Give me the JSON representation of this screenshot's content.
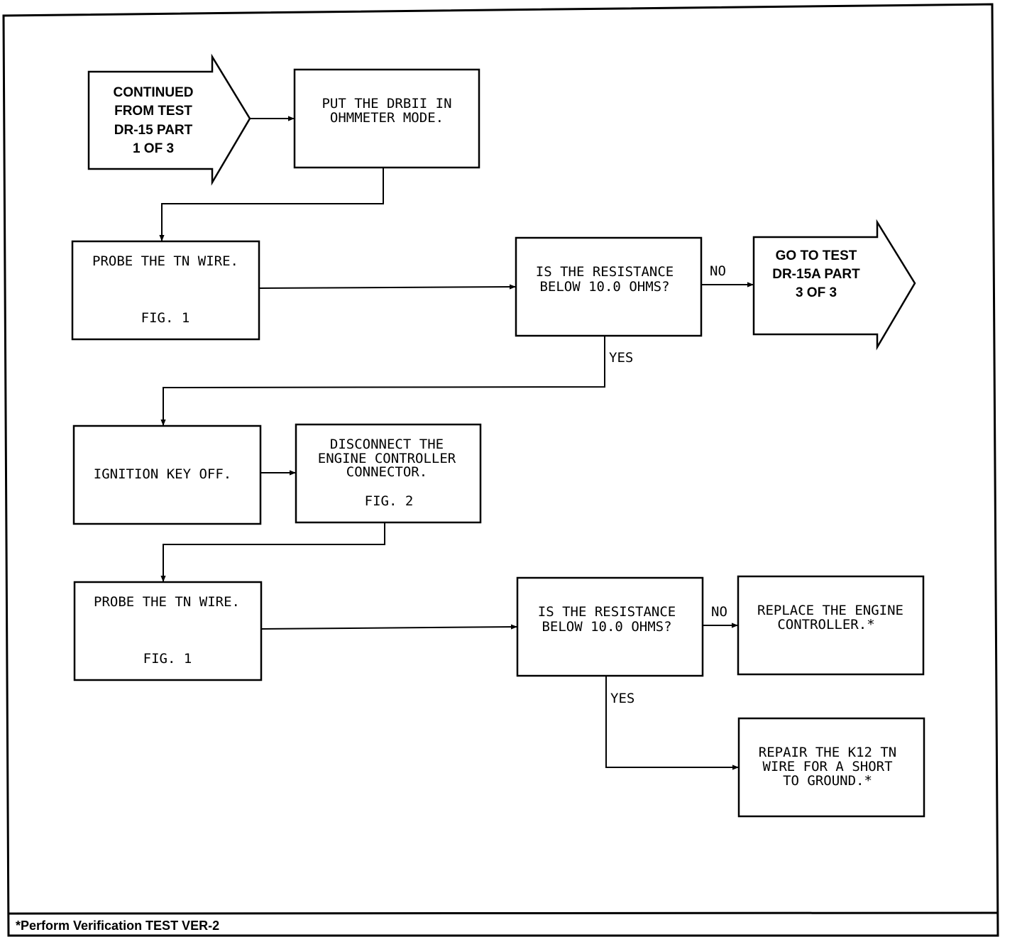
{
  "nodes": {
    "start": {
      "lines": [
        "CONTINUED",
        "FROM TEST",
        "DR-15 PART",
        "1 OF 3"
      ]
    },
    "put_drbii": {
      "lines": [
        "PUT THE DRBII IN",
        "OHMMETER MODE."
      ]
    },
    "probe1": {
      "lines": [
        "PROBE THE TN WIRE."
      ],
      "fig": "FIG. 1"
    },
    "decision1": {
      "lines": [
        "IS THE RESISTANCE",
        "BELOW 10.0 OHMS?"
      ]
    },
    "goto": {
      "lines": [
        "GO TO TEST",
        "DR-15A PART",
        "3 OF 3"
      ]
    },
    "ignition": {
      "lines": [
        "IGNITION KEY OFF."
      ]
    },
    "disconnect": {
      "lines": [
        "DISCONNECT THE",
        "ENGINE CONTROLLER",
        "CONNECTOR."
      ],
      "fig": "FIG. 2"
    },
    "probe2": {
      "lines": [
        "PROBE THE TN WIRE."
      ],
      "fig": "FIG. 1"
    },
    "decision2": {
      "lines": [
        "IS THE RESISTANCE",
        "BELOW 10.0 OHMS?"
      ]
    },
    "replace": {
      "lines": [
        "REPLACE THE ENGINE",
        "CONTROLLER.*"
      ]
    },
    "repair": {
      "lines": [
        "REPAIR THE K12 TN",
        "WIRE FOR A SHORT",
        "TO GROUND.*"
      ]
    }
  },
  "labels": {
    "no1": "NO",
    "yes1": "YES",
    "no2": "NO",
    "yes2": "YES"
  },
  "footer": "*Perform Verification TEST VER-2"
}
